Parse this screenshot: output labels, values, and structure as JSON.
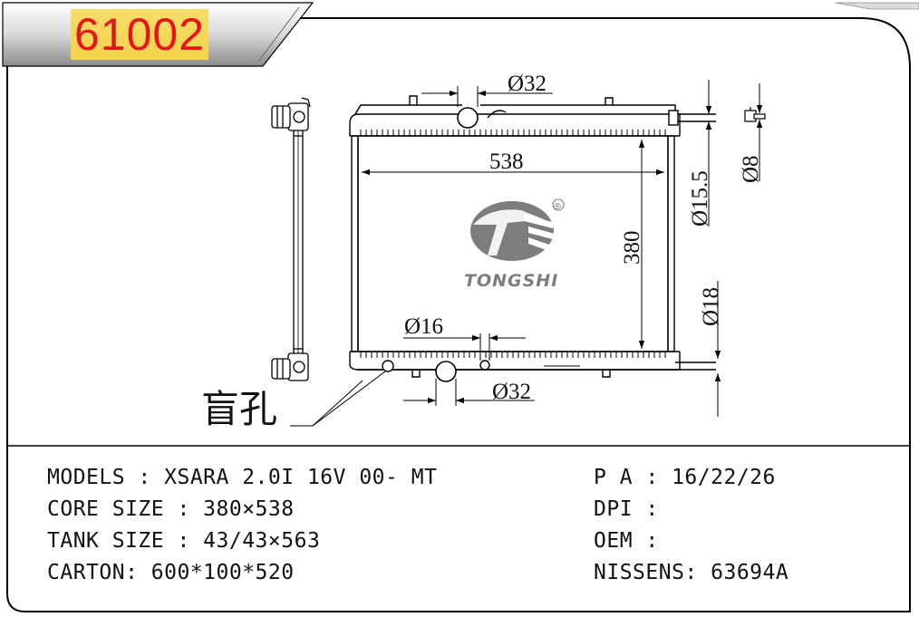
{
  "header": {
    "code": "61002"
  },
  "drawing": {
    "dim_top_pipe": "Ø32",
    "dim_width": "538",
    "dim_height": "380",
    "dim_small_pipe": "Ø16",
    "dim_bottom_pipe": "Ø32",
    "dim_side_top": "Ø15.5",
    "dim_side_small": "Ø8",
    "dim_side_bottom": "Ø18",
    "blind_hole_label": "盲孔",
    "logo": {
      "brand": "TONGSHI",
      "registered": "®"
    }
  },
  "specs": {
    "models": "MODELS : XSARA 2.0I 16V 00- MT",
    "core_size": "CORE SIZE : 380×538",
    "tank_size": "TANK SIZE : 43/43×563",
    "carton": "CARTON: 600*100*520",
    "pa": "P A : 16/22/26",
    "dpi": "DPI :",
    "oem": "OEM :",
    "nissens": "NISSENS: 63694A"
  },
  "colors": {
    "code_text": "#e8141b",
    "code_highlight": "#f3d24a",
    "logo_gray": "#7d7d7d"
  }
}
